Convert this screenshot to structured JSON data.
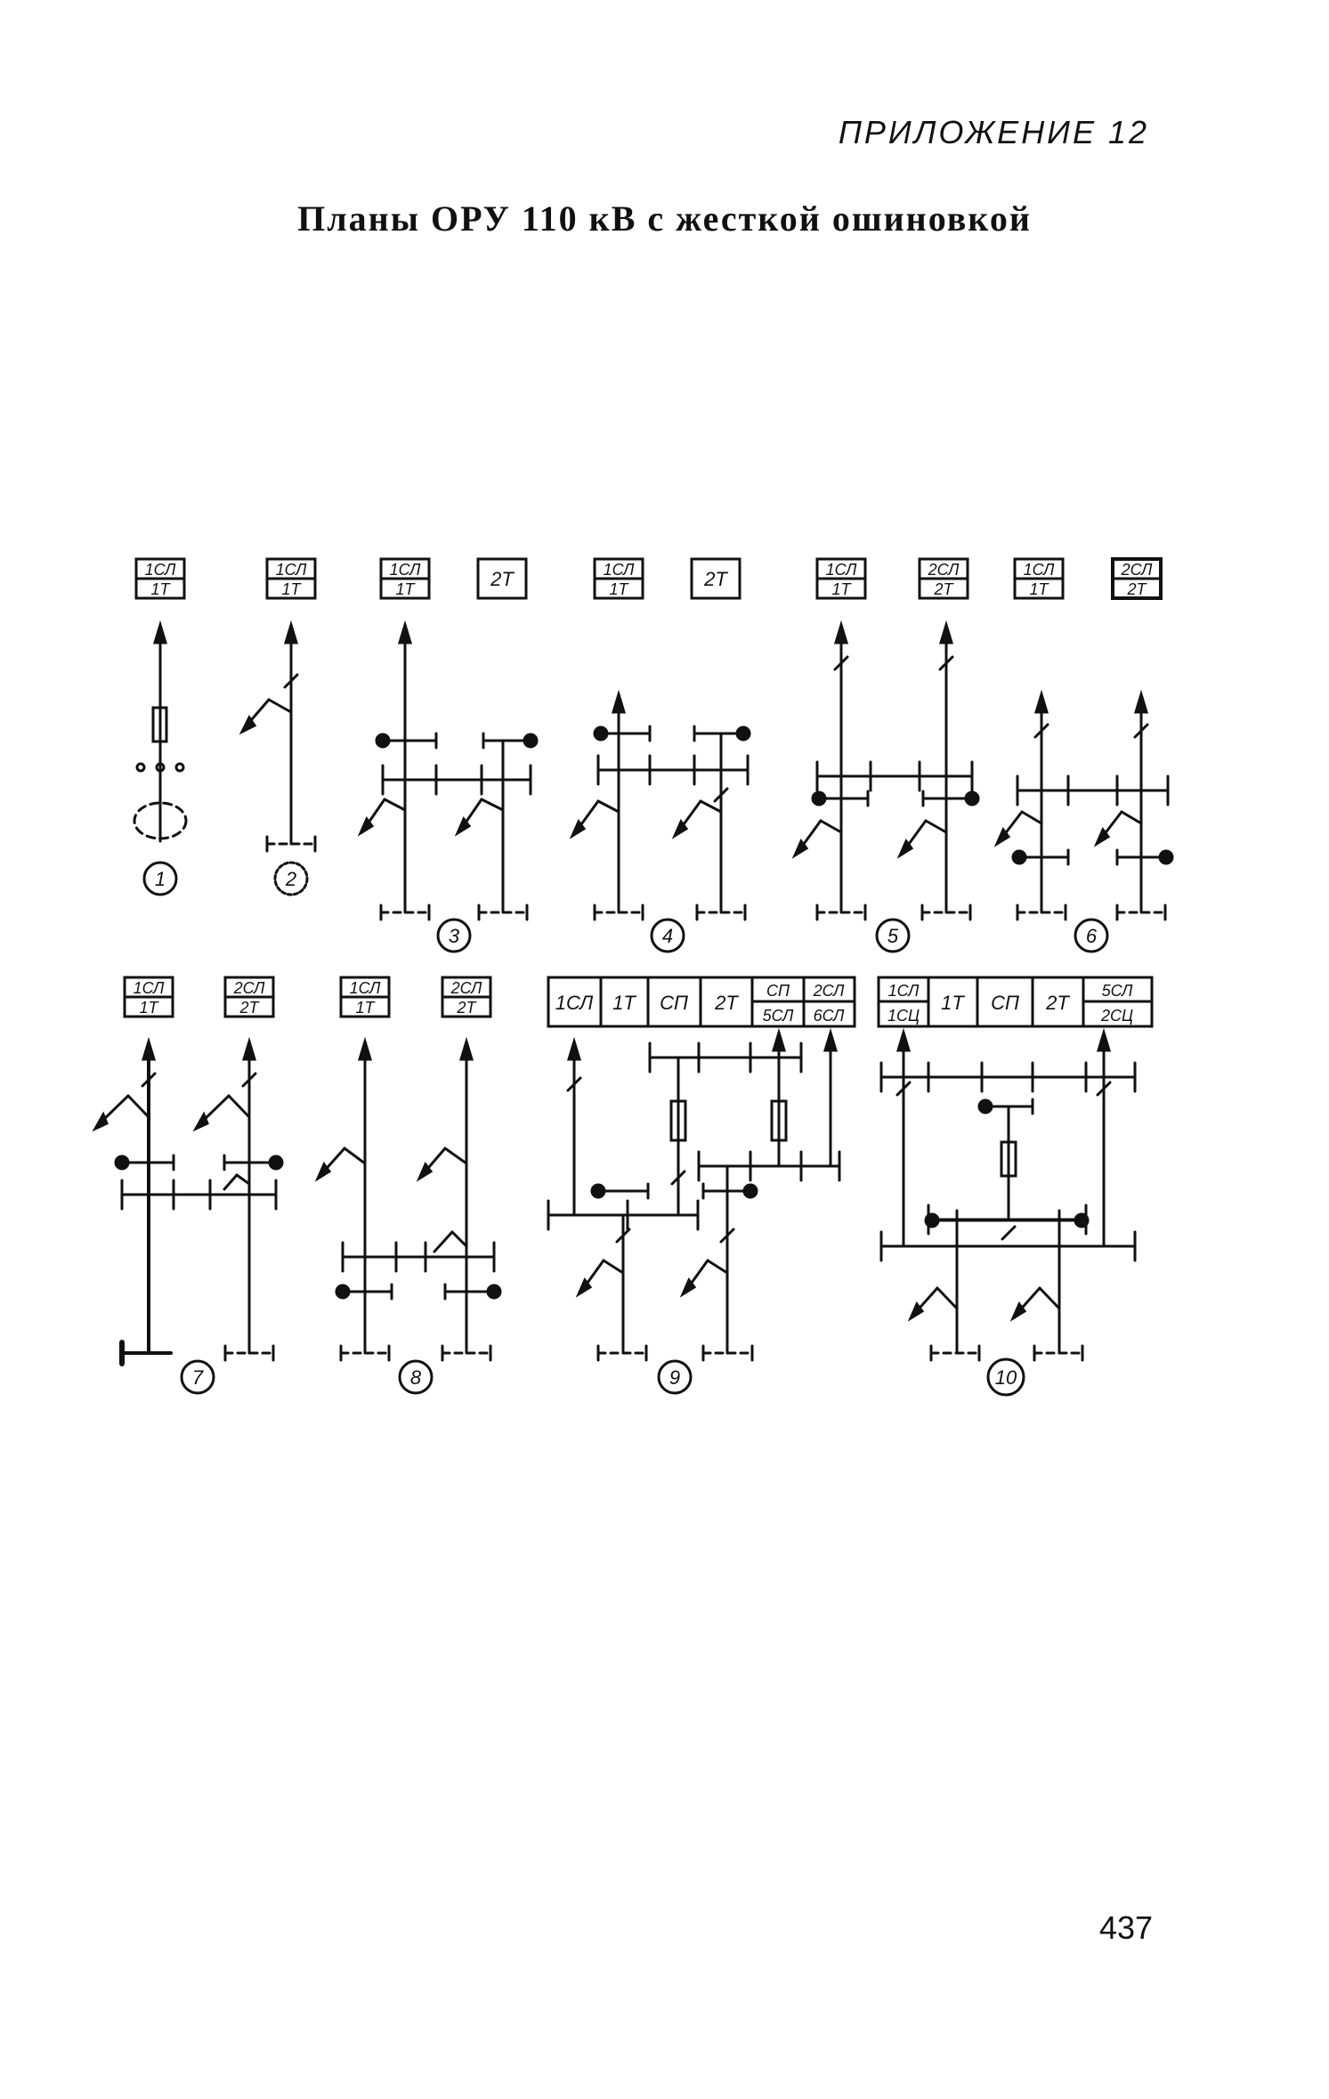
{
  "header": {
    "appendix": "ПРИЛОЖЕНИЕ 12"
  },
  "title": "Планы ОРУ 110 кВ с жесткой ошиновкой",
  "page_number": "437",
  "schemes": [
    {
      "number": "1",
      "labels": [
        {
          "top": "1СЛ",
          "bottom": "1Т"
        }
      ]
    },
    {
      "number": "2",
      "labels": [
        {
          "top": "1СЛ",
          "bottom": "1Т"
        }
      ]
    },
    {
      "number": "3",
      "labels": [
        {
          "top": "1СЛ",
          "bottom": "1Т"
        },
        {
          "single": "2Т"
        }
      ]
    },
    {
      "number": "4",
      "labels": [
        {
          "top": "1СЛ",
          "bottom": "1Т"
        },
        {
          "single": "2Т"
        }
      ]
    },
    {
      "number": "5",
      "labels": [
        {
          "top": "1СЛ",
          "bottom": "1Т"
        },
        {
          "top": "2СЛ",
          "bottom": "2Т"
        }
      ]
    },
    {
      "number": "6",
      "labels": [
        {
          "top": "1СЛ",
          "bottom": "1Т"
        },
        {
          "top": "2СЛ",
          "bottom": "2Т"
        }
      ]
    },
    {
      "number": "7",
      "labels": [
        {
          "top": "1СЛ",
          "bottom": "1Т"
        },
        {
          "top": "2СЛ",
          "bottom": "2Т"
        }
      ]
    },
    {
      "number": "8",
      "labels": [
        {
          "top": "1СЛ",
          "bottom": "1Т"
        },
        {
          "top": "2СЛ",
          "bottom": "2Т"
        }
      ]
    },
    {
      "number": "9",
      "labels": [
        {
          "single": "1СЛ"
        },
        {
          "single": "1Т"
        },
        {
          "single": "СП"
        },
        {
          "single": "2Т"
        },
        {
          "top": "СП",
          "bottom": "5СЛ"
        },
        {
          "top": "2СЛ",
          "bottom": "6СЛ"
        }
      ]
    },
    {
      "number": "10",
      "labels": [
        {
          "top": "1СЛ",
          "bottom": "1СЦ"
        },
        {
          "single": "1Т"
        },
        {
          "single": "СП"
        },
        {
          "single": "2Т"
        },
        {
          "top": "5СЛ",
          "bottom": "2СЦ"
        }
      ]
    }
  ]
}
